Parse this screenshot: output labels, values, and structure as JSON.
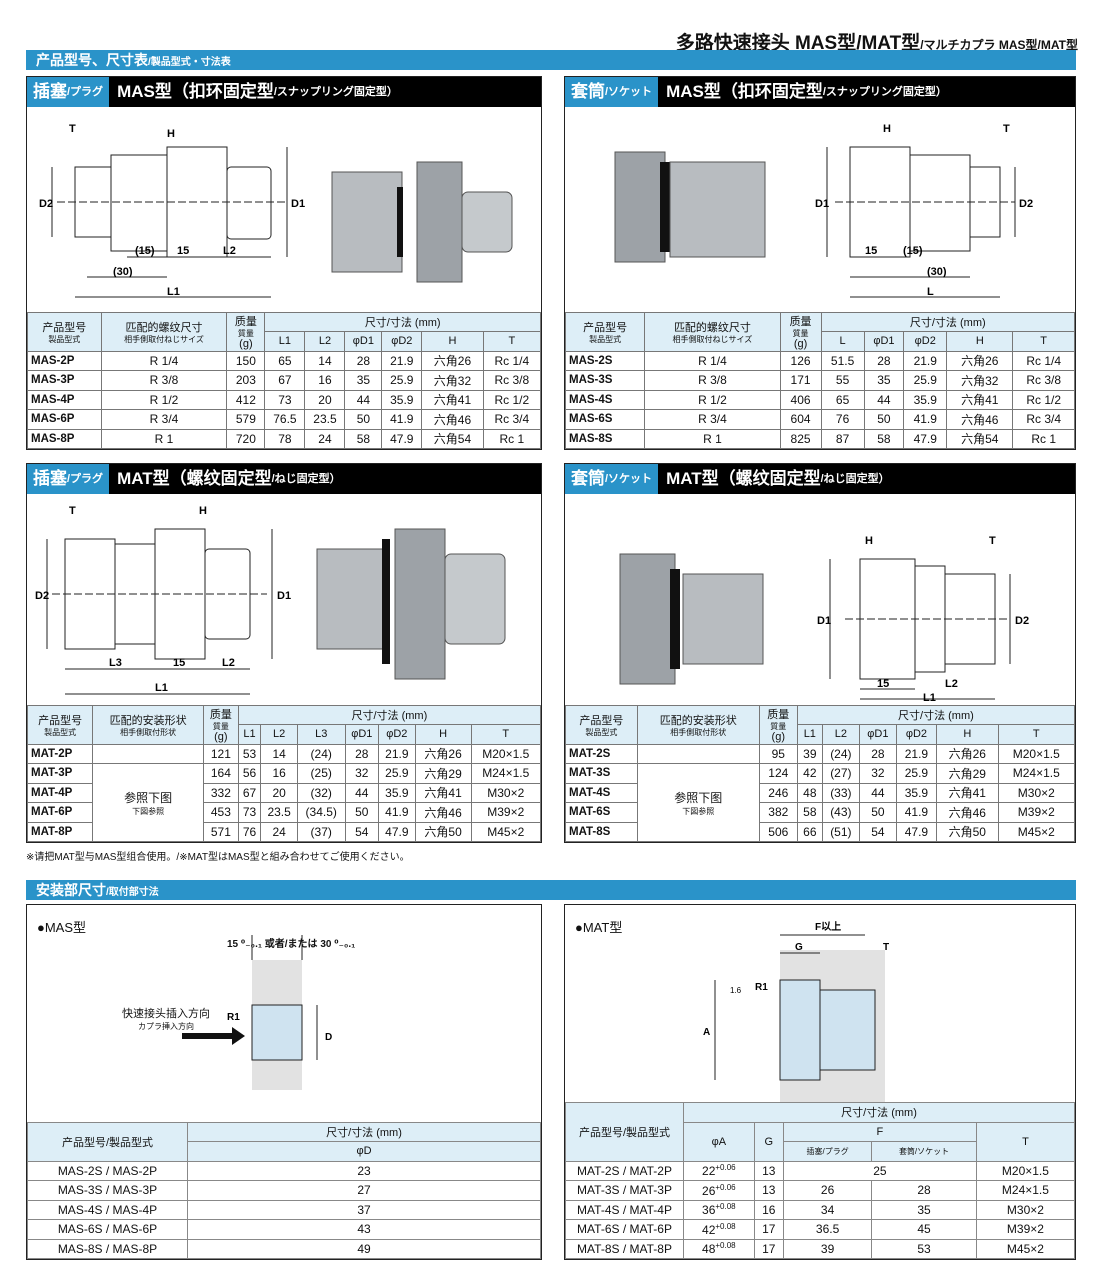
{
  "title": {
    "main": "多路快速接头 MAS型/MAT型",
    "sub": "/マルチカプラ MAS型/MAT型"
  },
  "section1": {
    "label": "产品型号、尺寸表",
    "sub": "/製品型式・寸法表"
  },
  "section2": {
    "label": "安装部尺寸",
    "sub": "/取付部寸法"
  },
  "panels": {
    "mas_plug": {
      "tag": "插塞",
      "tag_sub": "/プラグ",
      "title": "MAS型（扣环固定型",
      "title_sub": "/スナップリング固定型）"
    },
    "mas_socket": {
      "tag": "套筒",
      "tag_sub": "/ソケット",
      "title": "MAS型（扣环固定型",
      "title_sub": "/スナップリング固定型）"
    },
    "mat_plug": {
      "tag": "插塞",
      "tag_sub": "/プラグ",
      "title": "MAT型（螺纹固定型",
      "title_sub": "/ねじ固定型）"
    },
    "mat_socket": {
      "tag": "套筒",
      "tag_sub": "/ソケット",
      "title": "MAT型（螺纹固定型",
      "title_sub": "/ねじ固定型）"
    }
  },
  "headers": {
    "model": "产品型号",
    "model_sub": "製品型式",
    "thread": "匹配的螺纹尺寸",
    "thread_sub": "相手側取付ねじサイズ",
    "mount": "匹配的安装形状",
    "mount_sub": "相手側取付形状",
    "mass": "质量",
    "mass_sub": "質量",
    "mass_unit": "(g)",
    "dims": "尺寸/寸法 (mm)",
    "L": "L",
    "L1": "L1",
    "L2": "L2",
    "L3": "L3",
    "D1": "φD1",
    "D2": "φD2",
    "H": "H",
    "T": "T"
  },
  "see_below": "参照下图",
  "see_below_sub": "下図参照",
  "mas_plug_rows": [
    [
      "MAS-2P",
      "R 1/4",
      "150",
      "65",
      "14",
      "28",
      "21.9",
      "六角26",
      "Rc 1/4"
    ],
    [
      "MAS-3P",
      "R 3/8",
      "203",
      "67",
      "16",
      "35",
      "25.9",
      "六角32",
      "Rc 3/8"
    ],
    [
      "MAS-4P",
      "R 1/2",
      "412",
      "73",
      "20",
      "44",
      "35.9",
      "六角41",
      "Rc 1/2"
    ],
    [
      "MAS-6P",
      "R 3/4",
      "579",
      "76.5",
      "23.5",
      "50",
      "41.9",
      "六角46",
      "Rc 3/4"
    ],
    [
      "MAS-8P",
      "R 1",
      "720",
      "78",
      "24",
      "58",
      "47.9",
      "六角54",
      "Rc 1"
    ]
  ],
  "mas_socket_rows": [
    [
      "MAS-2S",
      "R 1/4",
      "126",
      "51.5",
      "28",
      "21.9",
      "六角26",
      "Rc 1/4"
    ],
    [
      "MAS-3S",
      "R 3/8",
      "171",
      "55",
      "35",
      "25.9",
      "六角32",
      "Rc 3/8"
    ],
    [
      "MAS-4S",
      "R 1/2",
      "406",
      "65",
      "44",
      "35.9",
      "六角41",
      "Rc 1/2"
    ],
    [
      "MAS-6S",
      "R 3/4",
      "604",
      "76",
      "50",
      "41.9",
      "六角46",
      "Rc 3/4"
    ],
    [
      "MAS-8S",
      "R 1",
      "825",
      "87",
      "58",
      "47.9",
      "六角54",
      "Rc 1"
    ]
  ],
  "mat_plug_rows": [
    [
      "MAT-2P",
      "121",
      "53",
      "14",
      "(24)",
      "28",
      "21.9",
      "六角26",
      "M20×1.5"
    ],
    [
      "MAT-3P",
      "164",
      "56",
      "16",
      "(25)",
      "32",
      "25.9",
      "六角29",
      "M24×1.5"
    ],
    [
      "MAT-4P",
      "332",
      "67",
      "20",
      "(32)",
      "44",
      "35.9",
      "六角41",
      "M30×2"
    ],
    [
      "MAT-6P",
      "453",
      "73",
      "23.5",
      "(34.5)",
      "50",
      "41.9",
      "六角46",
      "M39×2"
    ],
    [
      "MAT-8P",
      "571",
      "76",
      "24",
      "(37)",
      "54",
      "47.9",
      "六角50",
      "M45×2"
    ]
  ],
  "mat_socket_rows": [
    [
      "MAT-2S",
      "95",
      "39",
      "(24)",
      "28",
      "21.9",
      "六角26",
      "M20×1.5"
    ],
    [
      "MAT-3S",
      "124",
      "42",
      "(27)",
      "32",
      "25.9",
      "六角29",
      "M24×1.5"
    ],
    [
      "MAT-4S",
      "246",
      "48",
      "(33)",
      "44",
      "35.9",
      "六角41",
      "M30×2"
    ],
    [
      "MAT-6S",
      "382",
      "58",
      "(43)",
      "50",
      "41.9",
      "六角46",
      "M39×2"
    ],
    [
      "MAT-8S",
      "506",
      "66",
      "(51)",
      "54",
      "47.9",
      "六角50",
      "M45×2"
    ]
  ],
  "note": "※请把MAT型与MAS型组合使用。/※MAT型はMAS型と組み合わせてご使用ください。",
  "mount": {
    "mas_label": "●MAS型",
    "mat_label": "●MAT型",
    "insert_dir": "快速接头插入方向",
    "insert_dir_sub": "カプラ挿入方向",
    "width_label": "15 ⁰₋₀.₁ 或者/または 30 ⁰₋₀.₁",
    "mas_table": {
      "col_model": "产品型号/製品型式",
      "col_dims": "尺寸/寸法 (mm)",
      "col_D": "φD",
      "rows": [
        [
          "MAS-2S / MAS-2P",
          "23"
        ],
        [
          "MAS-3S / MAS-3P",
          "27"
        ],
        [
          "MAS-4S / MAS-4P",
          "37"
        ],
        [
          "MAS-6S / MAS-6P",
          "43"
        ],
        [
          "MAS-8S / MAS-8P",
          "49"
        ]
      ]
    },
    "mat_table": {
      "col_model": "产品型号/製品型式",
      "col_dims": "尺寸/寸法 (mm)",
      "col_A": "φA",
      "col_G": "G",
      "col_F": "F",
      "col_F_plug": "插塞/プラグ",
      "col_F_socket": "套筒/ソケット",
      "col_T": "T",
      "rows": [
        [
          "MAT-2S / MAT-2P",
          "22",
          "+0.06",
          "13",
          "25",
          "",
          "M20×1.5"
        ],
        [
          "MAT-3S / MAT-3P",
          "26",
          "+0.06",
          "13",
          "26",
          "28",
          "M24×1.5"
        ],
        [
          "MAT-4S / MAT-4P",
          "36",
          "+0.08",
          "16",
          "34",
          "35",
          "M30×2"
        ],
        [
          "MAT-6S / MAT-6P",
          "42",
          "+0.08",
          "17",
          "36.5",
          "45",
          "M39×2"
        ],
        [
          "MAT-8S / MAT-8P",
          "48",
          "+0.08",
          "17",
          "39",
          "53",
          "M45×2"
        ]
      ]
    }
  }
}
